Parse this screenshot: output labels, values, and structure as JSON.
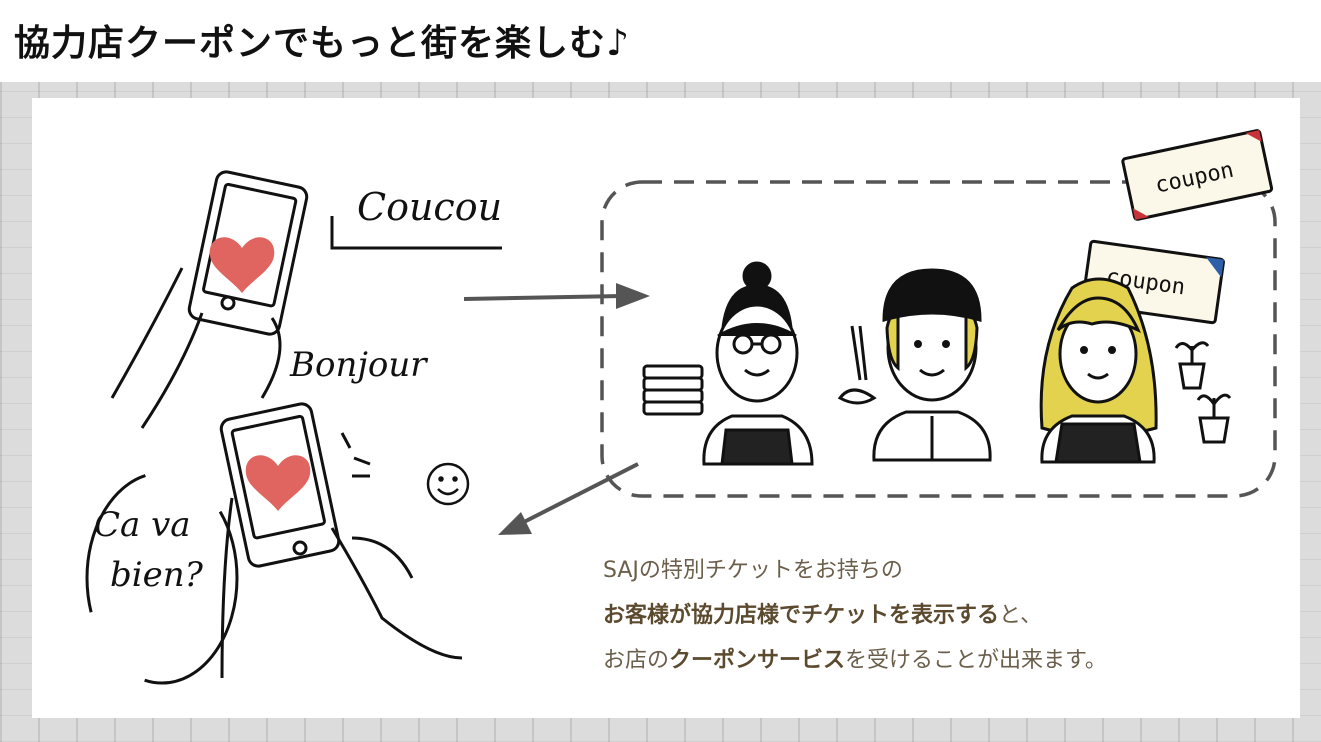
{
  "page": {
    "title": "協力店クーポンでもっと街を楽しむ♪"
  },
  "illustration": {
    "handwriting": [
      "Coucou",
      "Bonjour",
      "Ca va",
      "bien?"
    ],
    "coupon_labels": [
      "coupon",
      "coupon"
    ]
  },
  "caption": {
    "line1": "SAJの特別チケットをお持ちの",
    "line2_bold": "お客様が協力店様でチケットを表示する",
    "line2_rest": "と、",
    "line3_a": "お店の",
    "line3_bold": "クーポンサービス",
    "line3_rest": "を受けることが出来ます。"
  },
  "colors": {
    "accent_text": "#6b5e4a",
    "heart": "#e0645f",
    "hair_yellow": "#e2d24e",
    "coupon_red": "#c8323a",
    "coupon_blue": "#2f5fa8"
  }
}
